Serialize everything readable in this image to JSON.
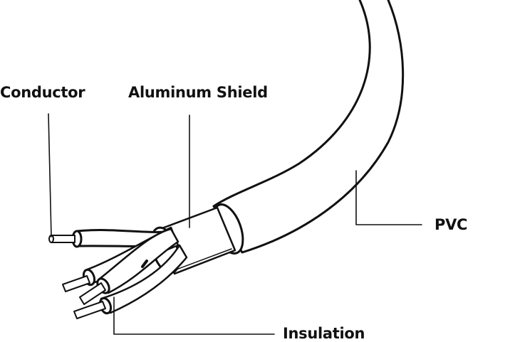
{
  "labels": {
    "conductor": "Conductor",
    "shield": "Aluminum Shield",
    "pvc": "PVC",
    "insulation": "Insulation"
  },
  "colors": {
    "line": "#111111",
    "background": "#ffffff"
  }
}
